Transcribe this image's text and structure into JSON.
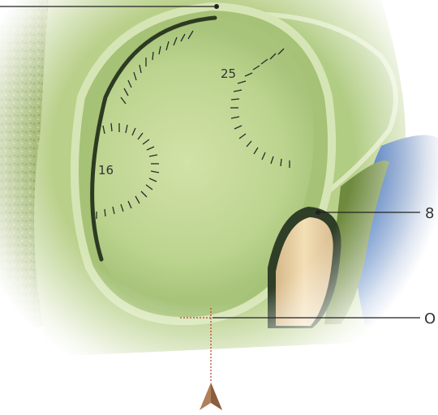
{
  "callouts": {
    "right_upper": "8",
    "right_lower": "O"
  },
  "region_labels": {
    "upper_right": "25",
    "left": "16"
  },
  "colors": {
    "background": "#ffffff",
    "tissue_light": "#c7db9a",
    "tissue_mid": "#a9c47a",
    "tissue_dark": "#6f8a3e",
    "outline_dark": "#2d3a22",
    "bone": "#ecd3a6",
    "blue": "#2a5caa",
    "leader_line": "#222222",
    "pointer_line": "#c0392b",
    "arrow": "#a07050"
  },
  "icons": {
    "direction_marker": "north-arrow-icon"
  }
}
